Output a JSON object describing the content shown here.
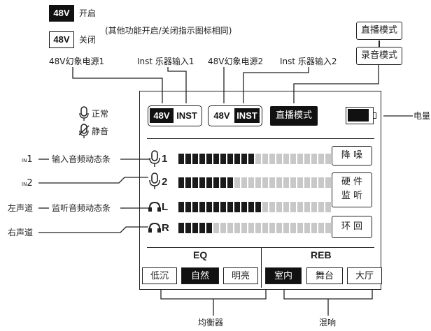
{
  "legend": {
    "badge_text": "48V",
    "on_label": "开启",
    "off_label": "关闭",
    "note": "(其他功能开启/关闭指示图标相同)"
  },
  "top_labels": {
    "phantom1": "48V幻象电源1",
    "inst1": "Inst 乐器输入1",
    "phantom2": "48V幻象电源2",
    "inst2": "Inst 乐器输入2"
  },
  "mode_buttons": {
    "live": "直播模式",
    "record": "录音模式"
  },
  "mic_legend": {
    "normal": "正常",
    "mute": "静音"
  },
  "side_labels": {
    "in1_prefix": "IN",
    "in1_num": "1",
    "in2_prefix": "IN",
    "in2_num": "2",
    "left": "左声道",
    "right": "右声道",
    "input_meter": "输入音频动态条",
    "monitor_meter": "监听音频动态条",
    "battery": "电量"
  },
  "screen": {
    "ch1": {
      "v48": "48V",
      "inst": "INST"
    },
    "ch2": {
      "v48": "48V",
      "inst": "INST"
    },
    "mode": "直播模式",
    "rows": [
      {
        "label": "1",
        "level": 0.5
      },
      {
        "label": "2",
        "level": 0.35
      },
      {
        "label": "L",
        "level": 0.54
      },
      {
        "label": "R",
        "level": 0.23
      }
    ],
    "buttons": {
      "denoise": "降 噪",
      "hw_monitor": "硬 件\n监 听",
      "loop": "环 回"
    },
    "eq": {
      "title": "EQ",
      "options": [
        "低沉",
        "自然",
        "明亮"
      ],
      "selected": 1
    },
    "reb": {
      "title": "REB",
      "options": [
        "室内",
        "舞台",
        "大厅"
      ],
      "selected": 0
    }
  },
  "bottom_labels": {
    "eq": "均衡器",
    "reb": "混响"
  }
}
